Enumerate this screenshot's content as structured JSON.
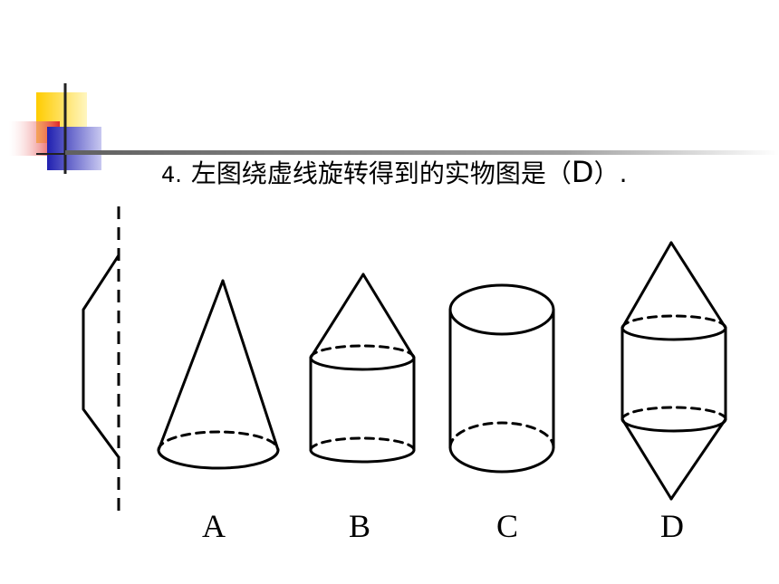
{
  "question": {
    "number": "4.",
    "text_before": "左图绕虚线旋转得到的实物图是（",
    "answer": "D",
    "text_after": "）."
  },
  "options": {
    "a": "A",
    "b": "B",
    "c": "C",
    "d": "D"
  },
  "colors": {
    "accent_yellow": "#ffcc00",
    "accent_blue": "#2a2ab8",
    "accent_red": "#e03030",
    "stroke": "#000000"
  }
}
